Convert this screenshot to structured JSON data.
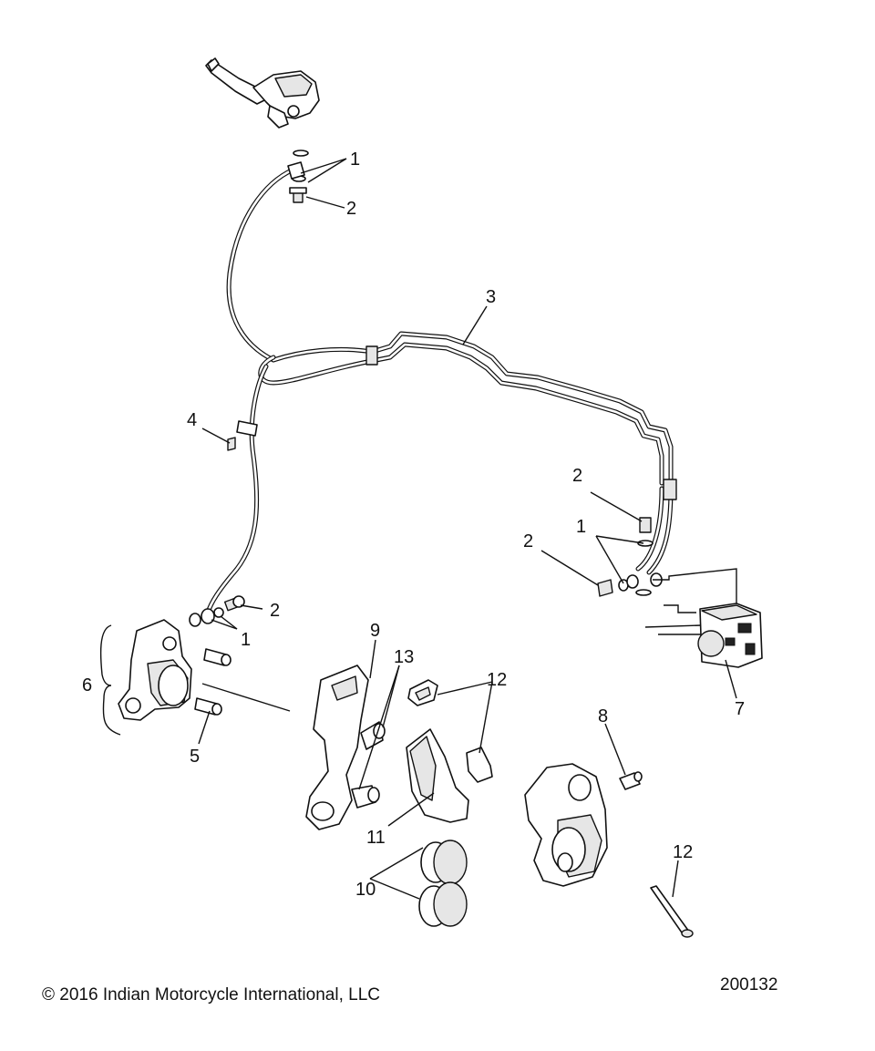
{
  "copyright": "© 2016 Indian Motorcycle International, LLC",
  "figure_number": "200132",
  "callouts": {
    "c1_top": "1",
    "c2_top": "2",
    "c3": "3",
    "c4": "4",
    "c2_right_upper": "2",
    "c1_right": "1",
    "c2_right_lower": "2",
    "c2_left": "2",
    "c1_left": "1",
    "c6": "6",
    "c5": "5",
    "c9": "9",
    "c13": "13",
    "c12_upper": "12",
    "c7": "7",
    "c8": "8",
    "c11": "11",
    "c10": "10",
    "c12_lower": "12"
  }
}
